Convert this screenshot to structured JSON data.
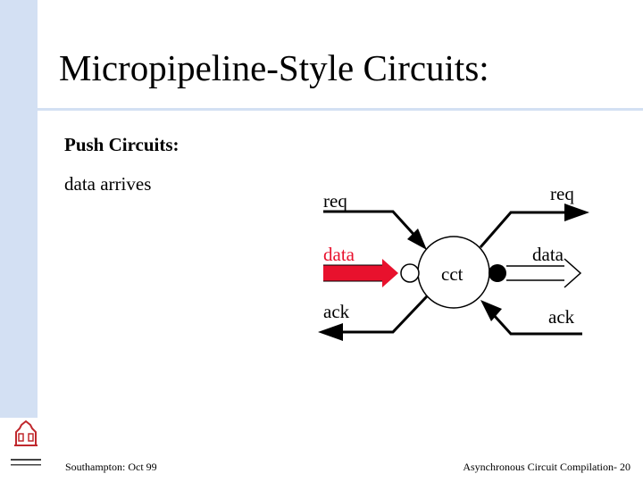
{
  "slide": {
    "title": "Micropipeline-Style Circuits:",
    "subtitle": "Push Circuits:",
    "bullet": "data arrives"
  },
  "diagram": {
    "labels": {
      "req_in": "req",
      "data_in": "data",
      "ack_out": "ack",
      "cct": "cct",
      "req_out": "req",
      "data_out": "data",
      "ack_in": "ack"
    },
    "colors": {
      "highlight": "#e8112d",
      "line": "#000000"
    }
  },
  "footer": {
    "left": "Southampton: Oct 99",
    "right": "Asynchronous Circuit Compilation- 20"
  },
  "theme": {
    "sidebar_color": "#d3e0f3"
  }
}
